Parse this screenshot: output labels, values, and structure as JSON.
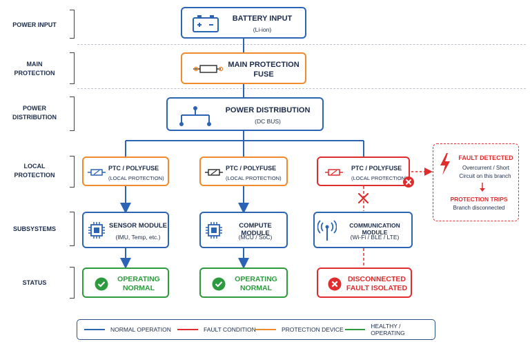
{
  "row_labels": {
    "power_input": "POWER INPUT",
    "main_protection_1": "MAIN",
    "main_protection_2": "PROTECTION",
    "power_distribution_1": "POWER",
    "power_distribution_2": "DISTRIBUTION",
    "local_protection_1": "LOCAL",
    "local_protection_2": "PROTECTION",
    "subsystems": "SUBSYSTEMS",
    "status": "STATUS"
  },
  "battery": {
    "title": "BATTERY INPUT",
    "subtitle": "(Li-ion)"
  },
  "fuse": {
    "title": "MAIN PROTECTION",
    "subtitle": "FUSE"
  },
  "distribution": {
    "title": "POWER DISTRIBUTION",
    "subtitle": "(DC BUS)"
  },
  "ptc": [
    {
      "title": "PTC / POLYFUSE",
      "subtitle": "(LOCAL PROTECTION)"
    },
    {
      "title": "PTC / POLYFUSE",
      "subtitle": "(LOCAL PROTECTION)"
    },
    {
      "title": "PTC / POLYFUSE",
      "subtitle": "(LOCAL PROTECTION)"
    }
  ],
  "subsystems": [
    {
      "title": "SENSOR MODULE",
      "subtitle": "(IMU, Temp, etc.)",
      "icon": "chip-icon"
    },
    {
      "title": "COMPUTE MODULE",
      "subtitle": "(MCU / SoC)",
      "icon": "chip-icon"
    },
    {
      "title": "COMMUNICATION MODULE",
      "subtitle": "(Wi-Fi / BLE / LTE)",
      "icon": "antenna-icon"
    }
  ],
  "status": [
    {
      "line1": "OPERATING",
      "line2": "NORMAL",
      "icon": "check-icon"
    },
    {
      "line1": "OPERATING",
      "line2": "NORMAL",
      "icon": "check-icon"
    },
    {
      "line1": "DISCONNECTED",
      "line2": "FAULT ISOLATED",
      "icon": "x-icon"
    }
  ],
  "fault": {
    "title": "FAULT DETECTED",
    "line1": "Overcurrent / Short",
    "line2": "Circuit on this branch",
    "trip_title": "PROTECTION TRIPS",
    "trip_sub": "Branch disconnected"
  },
  "legend": [
    {
      "label": "NORMAL OPERATION",
      "color": "#2b63b5"
    },
    {
      "label": "FAULT CONDITION",
      "color": "#e02c2c"
    },
    {
      "label": "PROTECTION DEVICE",
      "color": "#f08a2c"
    },
    {
      "label": "HEALTHY / OPERATING",
      "color": "#2e9a3e"
    }
  ],
  "colors": {
    "normal": "#2b63b5",
    "fault": "#e02c2c",
    "protection": "#f08a2c",
    "healthy": "#2e9a3e",
    "text": "#1c2b4a"
  }
}
